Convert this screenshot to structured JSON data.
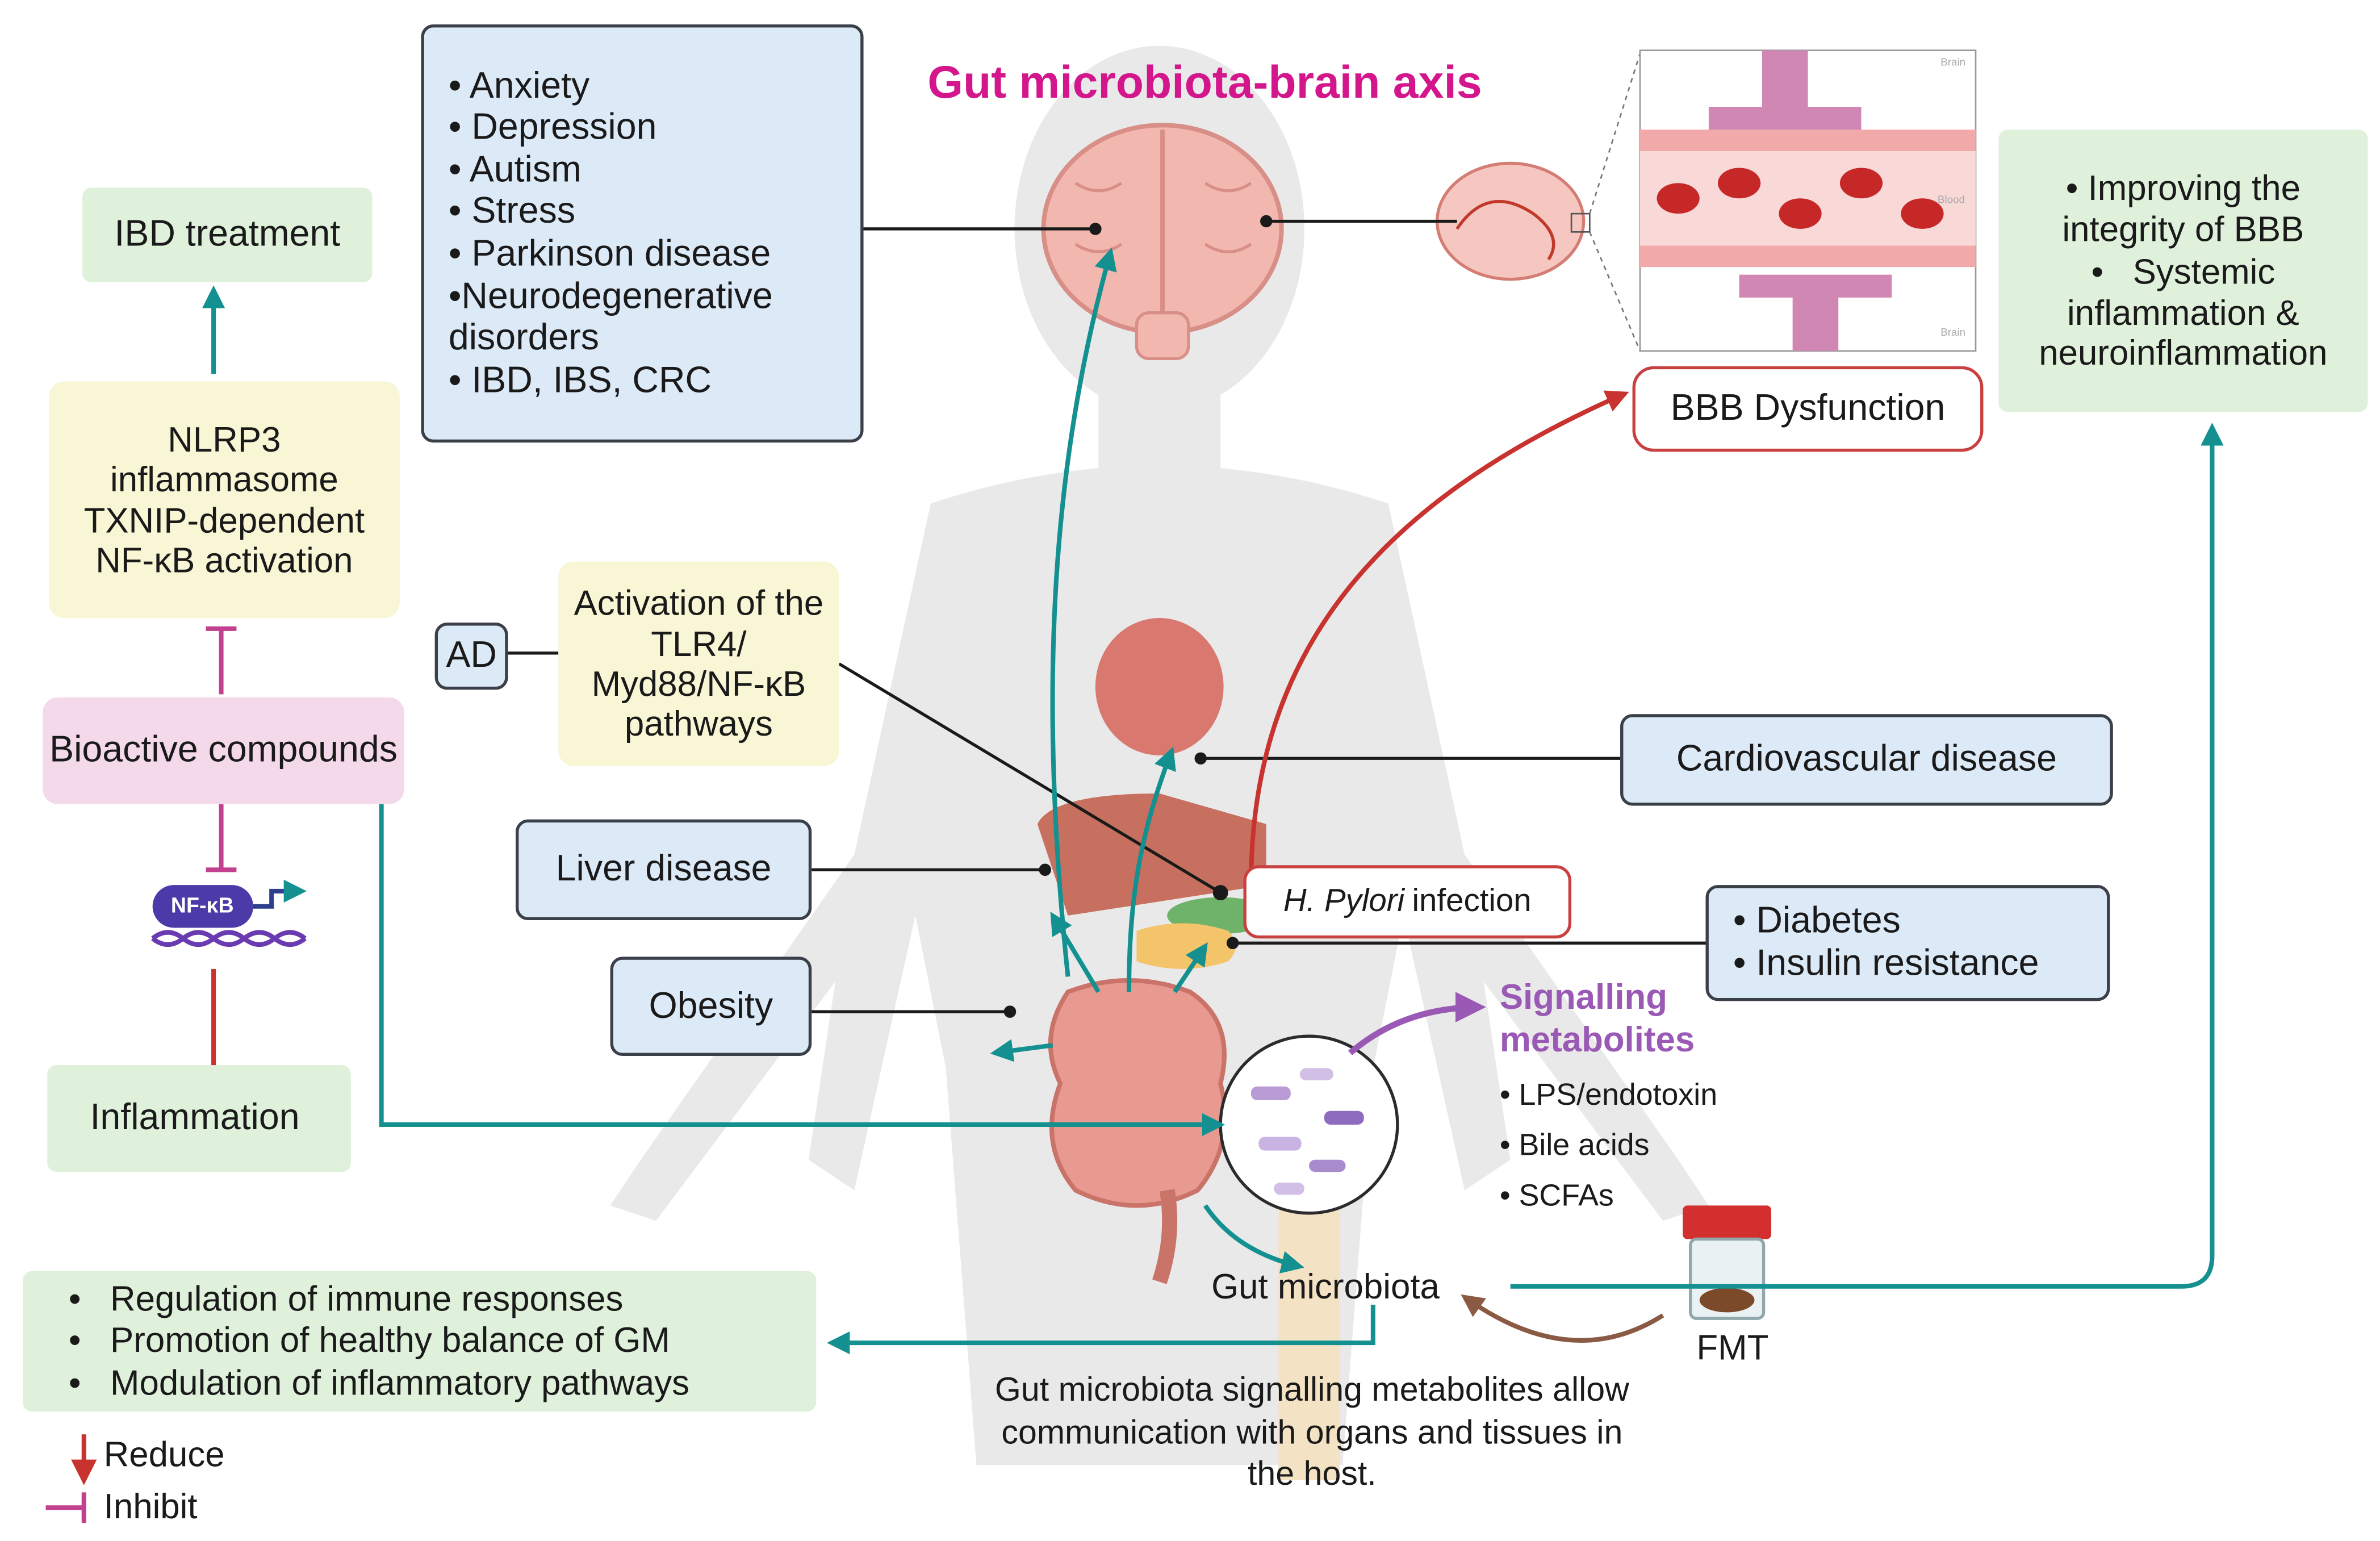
{
  "title": "Gut microbiota-brain axis",
  "disorders_box": {
    "items": [
      "Anxiety",
      "Depression",
      "Autism",
      "Stress",
      "Parkinson disease",
      "Neurodegenerative disorders",
      "IBD, IBS, CRC"
    ]
  },
  "bbb_box": {
    "items": [
      "Improving the integrity of BBB",
      "Systemic inflammation & neuroinflammation"
    ]
  },
  "bbb_dysfunction": "BBB Dysfunction",
  "ibd_treatment": "IBD treatment",
  "nlrp3": "NLRP3 inflammasome TXNIP-dependent NF-κB activation",
  "bioactive": "Bioactive compounds",
  "nfkb_label": "NF-κB",
  "inflammation": "Inflammation",
  "ad_label": "AD",
  "tlr4": "Activation of the TLR4/ Myd88/NF-κB pathways",
  "cardiovascular": "Cardiovascular disease",
  "liver": "Liver disease",
  "hpylori": {
    "italic": "H. Pylori",
    "rest": "infection"
  },
  "diabetes": {
    "items": [
      "Diabetes",
      "Insulin resistance"
    ]
  },
  "obesity": "Obesity",
  "signalling": {
    "title": "Signalling metabolites",
    "items": [
      "LPS/endotoxin",
      "Bile acids",
      "SCFAs"
    ]
  },
  "gut_microbiota": "Gut microbiota",
  "fmt": "FMT",
  "regulation_box": {
    "items": [
      "Regulation of immune responses",
      "Promotion of  healthy balance of GM",
      "Modulation of inflammatory pathways"
    ]
  },
  "caption": "Gut microbiota signalling metabolites allow communication with organs and tissues in the host.",
  "legend": {
    "reduce": "Reduce",
    "inhibit": "Inhibit"
  },
  "brain_labels": {
    "brain": "Brain",
    "blood": "Blood"
  },
  "colors": {
    "title": "#d4168c",
    "teal": "#13908f",
    "red": "#c8332f",
    "magenta": "#c2418e",
    "purple": "#9b59b6",
    "brown": "#8a5a44"
  }
}
